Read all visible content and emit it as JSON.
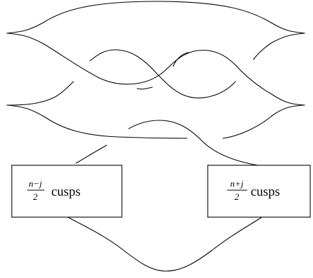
{
  "diagram": {
    "type": "front-diagram",
    "line_color": "#000000",
    "background": "#ffffff",
    "boxes": [
      {
        "id": "left-box",
        "fraction_numerator": "n−j",
        "fraction_denominator": "2",
        "word": "cusps"
      },
      {
        "id": "right-box",
        "fraction_numerator": "n+j",
        "fraction_denominator": "2",
        "word": "cusps"
      }
    ]
  }
}
